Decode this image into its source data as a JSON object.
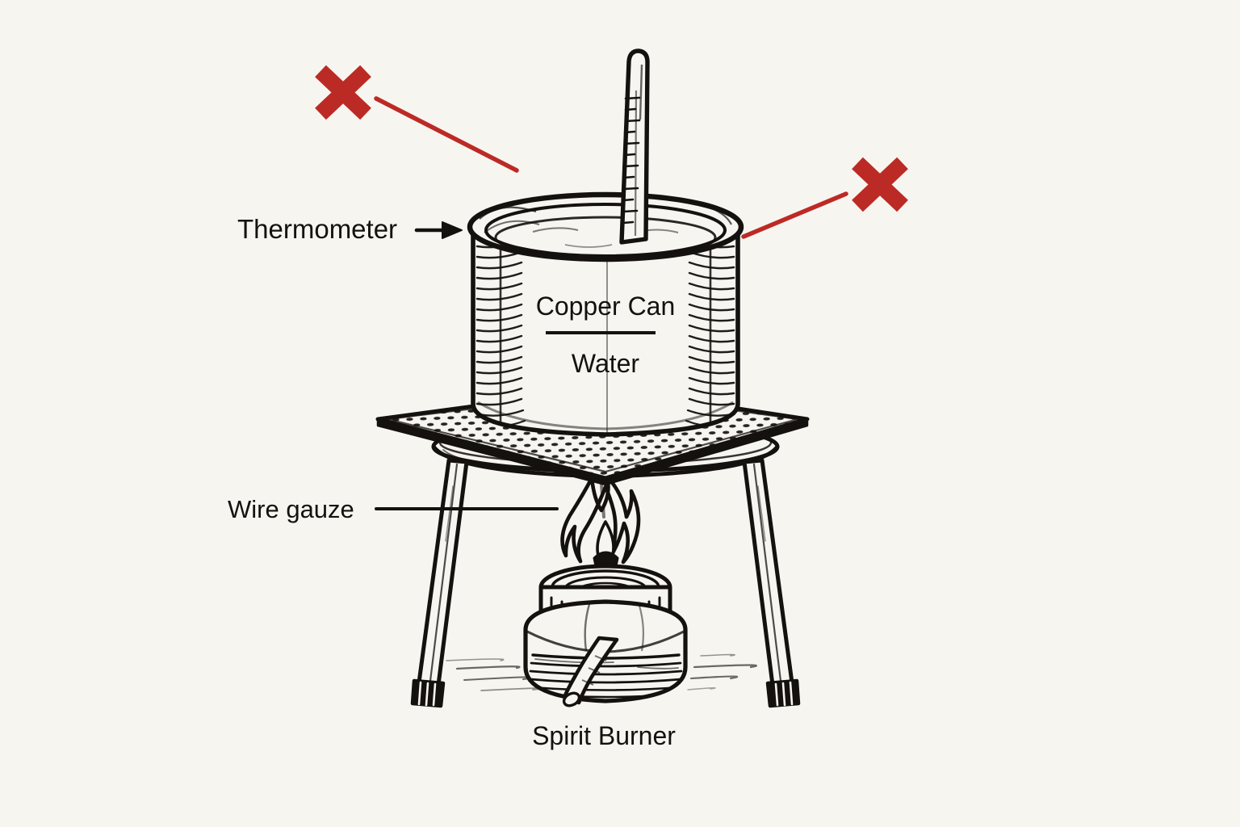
{
  "figure": {
    "title": "Calorimetry apparatus: copper can of water heated by a spirit burner",
    "style": "hand-drawn ink line illustration",
    "background_color": "#f7f5f0",
    "ink_color": "#14110f",
    "accent_color": "#bc2a25"
  },
  "labels": {
    "thermometer": "Thermometer",
    "copper_can": "Copper Can",
    "water": "Water",
    "wire_gauze": "Wire gauze",
    "spirit_burner": "Spirit Burner"
  },
  "annotations": {
    "cross_left": {
      "name": "red-cross-mark",
      "glyph": "✕",
      "color": "#bc2a25"
    },
    "cross_right": {
      "name": "red-cross-mark",
      "glyph": "✕",
      "color": "#bc2a25"
    }
  },
  "parts": [
    {
      "id": "thermometer",
      "label": "Thermometer",
      "connector": "arrow"
    },
    {
      "id": "copper-can",
      "label": "Copper Can",
      "connector": "inline"
    },
    {
      "id": "water",
      "label": "Water",
      "connector": "inline"
    },
    {
      "id": "wire-gauze",
      "label": "Wire gauze",
      "connector": "leader-line"
    },
    {
      "id": "tripod",
      "label": "",
      "connector": "none"
    },
    {
      "id": "spirit-burner",
      "label": "Spirit Burner",
      "connector": "caption"
    }
  ]
}
